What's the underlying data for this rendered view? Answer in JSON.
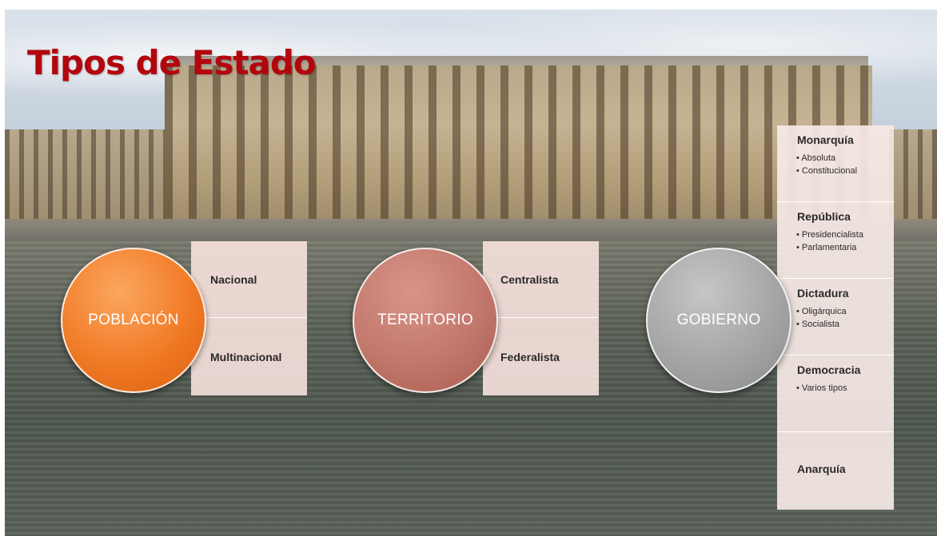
{
  "title": "Tipos de Estado",
  "circles": [
    {
      "label": "POBLACIÓN",
      "color": "#f17a26"
    },
    {
      "label": "TERRITORIO",
      "color": "#c2776b"
    },
    {
      "label": "GOBIERNO",
      "color": "#a5a5a5"
    }
  ],
  "poblacion": {
    "items": [
      "Nacional",
      "Multinacional"
    ]
  },
  "territorio": {
    "items": [
      "Centralista",
      "Federalista"
    ]
  },
  "gobierno": {
    "blocks": [
      {
        "name": "Monarquía",
        "subtypes": [
          "Absoluta",
          "Constitucional"
        ]
      },
      {
        "name": "República",
        "subtypes": [
          "Presidencialista",
          "Parlamentaria"
        ]
      },
      {
        "name": "Dictadura",
        "subtypes": [
          "Oligárquica",
          "Socialista"
        ]
      },
      {
        "name": "Democracia",
        "subtypes": [
          "Varios tipos"
        ]
      },
      {
        "name": "Anarquía",
        "subtypes": []
      }
    ]
  },
  "colors": {
    "title": "#b3050d",
    "panel": "#f8e2de"
  }
}
